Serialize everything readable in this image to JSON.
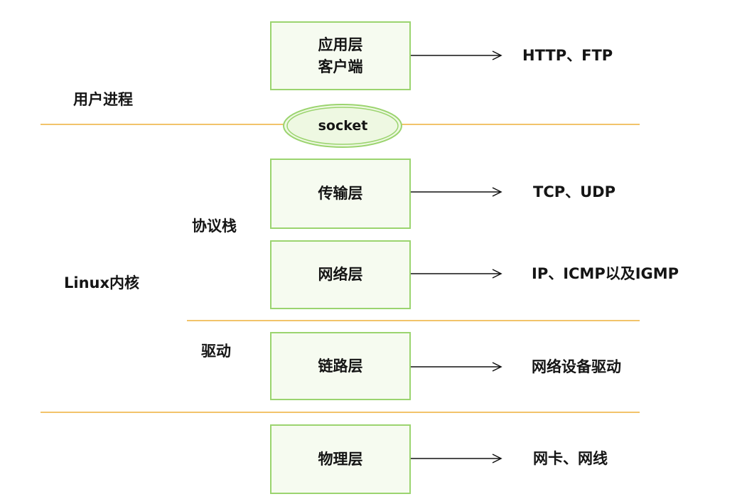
{
  "layers": [
    {
      "label_line1": "应用层",
      "label_line2": "客户端",
      "protocol": "HTTP、FTP"
    },
    {
      "label": "传输层",
      "protocol": "TCP、UDP"
    },
    {
      "label": "网络层",
      "protocol": "IP、ICMP以及IGMP"
    },
    {
      "label": "链路层",
      "protocol": "网络设备驱动"
    },
    {
      "label": "物理层",
      "protocol": "网卡、网线"
    }
  ],
  "socket_label": "socket",
  "regions": {
    "user_process": "用户进程",
    "protocol_stack": "协议栈",
    "linux_kernel": "Linux内核",
    "driver": "驱动"
  },
  "colors": {
    "box_border": "#9bd46f",
    "box_fill": "#f6fbf0",
    "divider": "#f2c36b"
  }
}
